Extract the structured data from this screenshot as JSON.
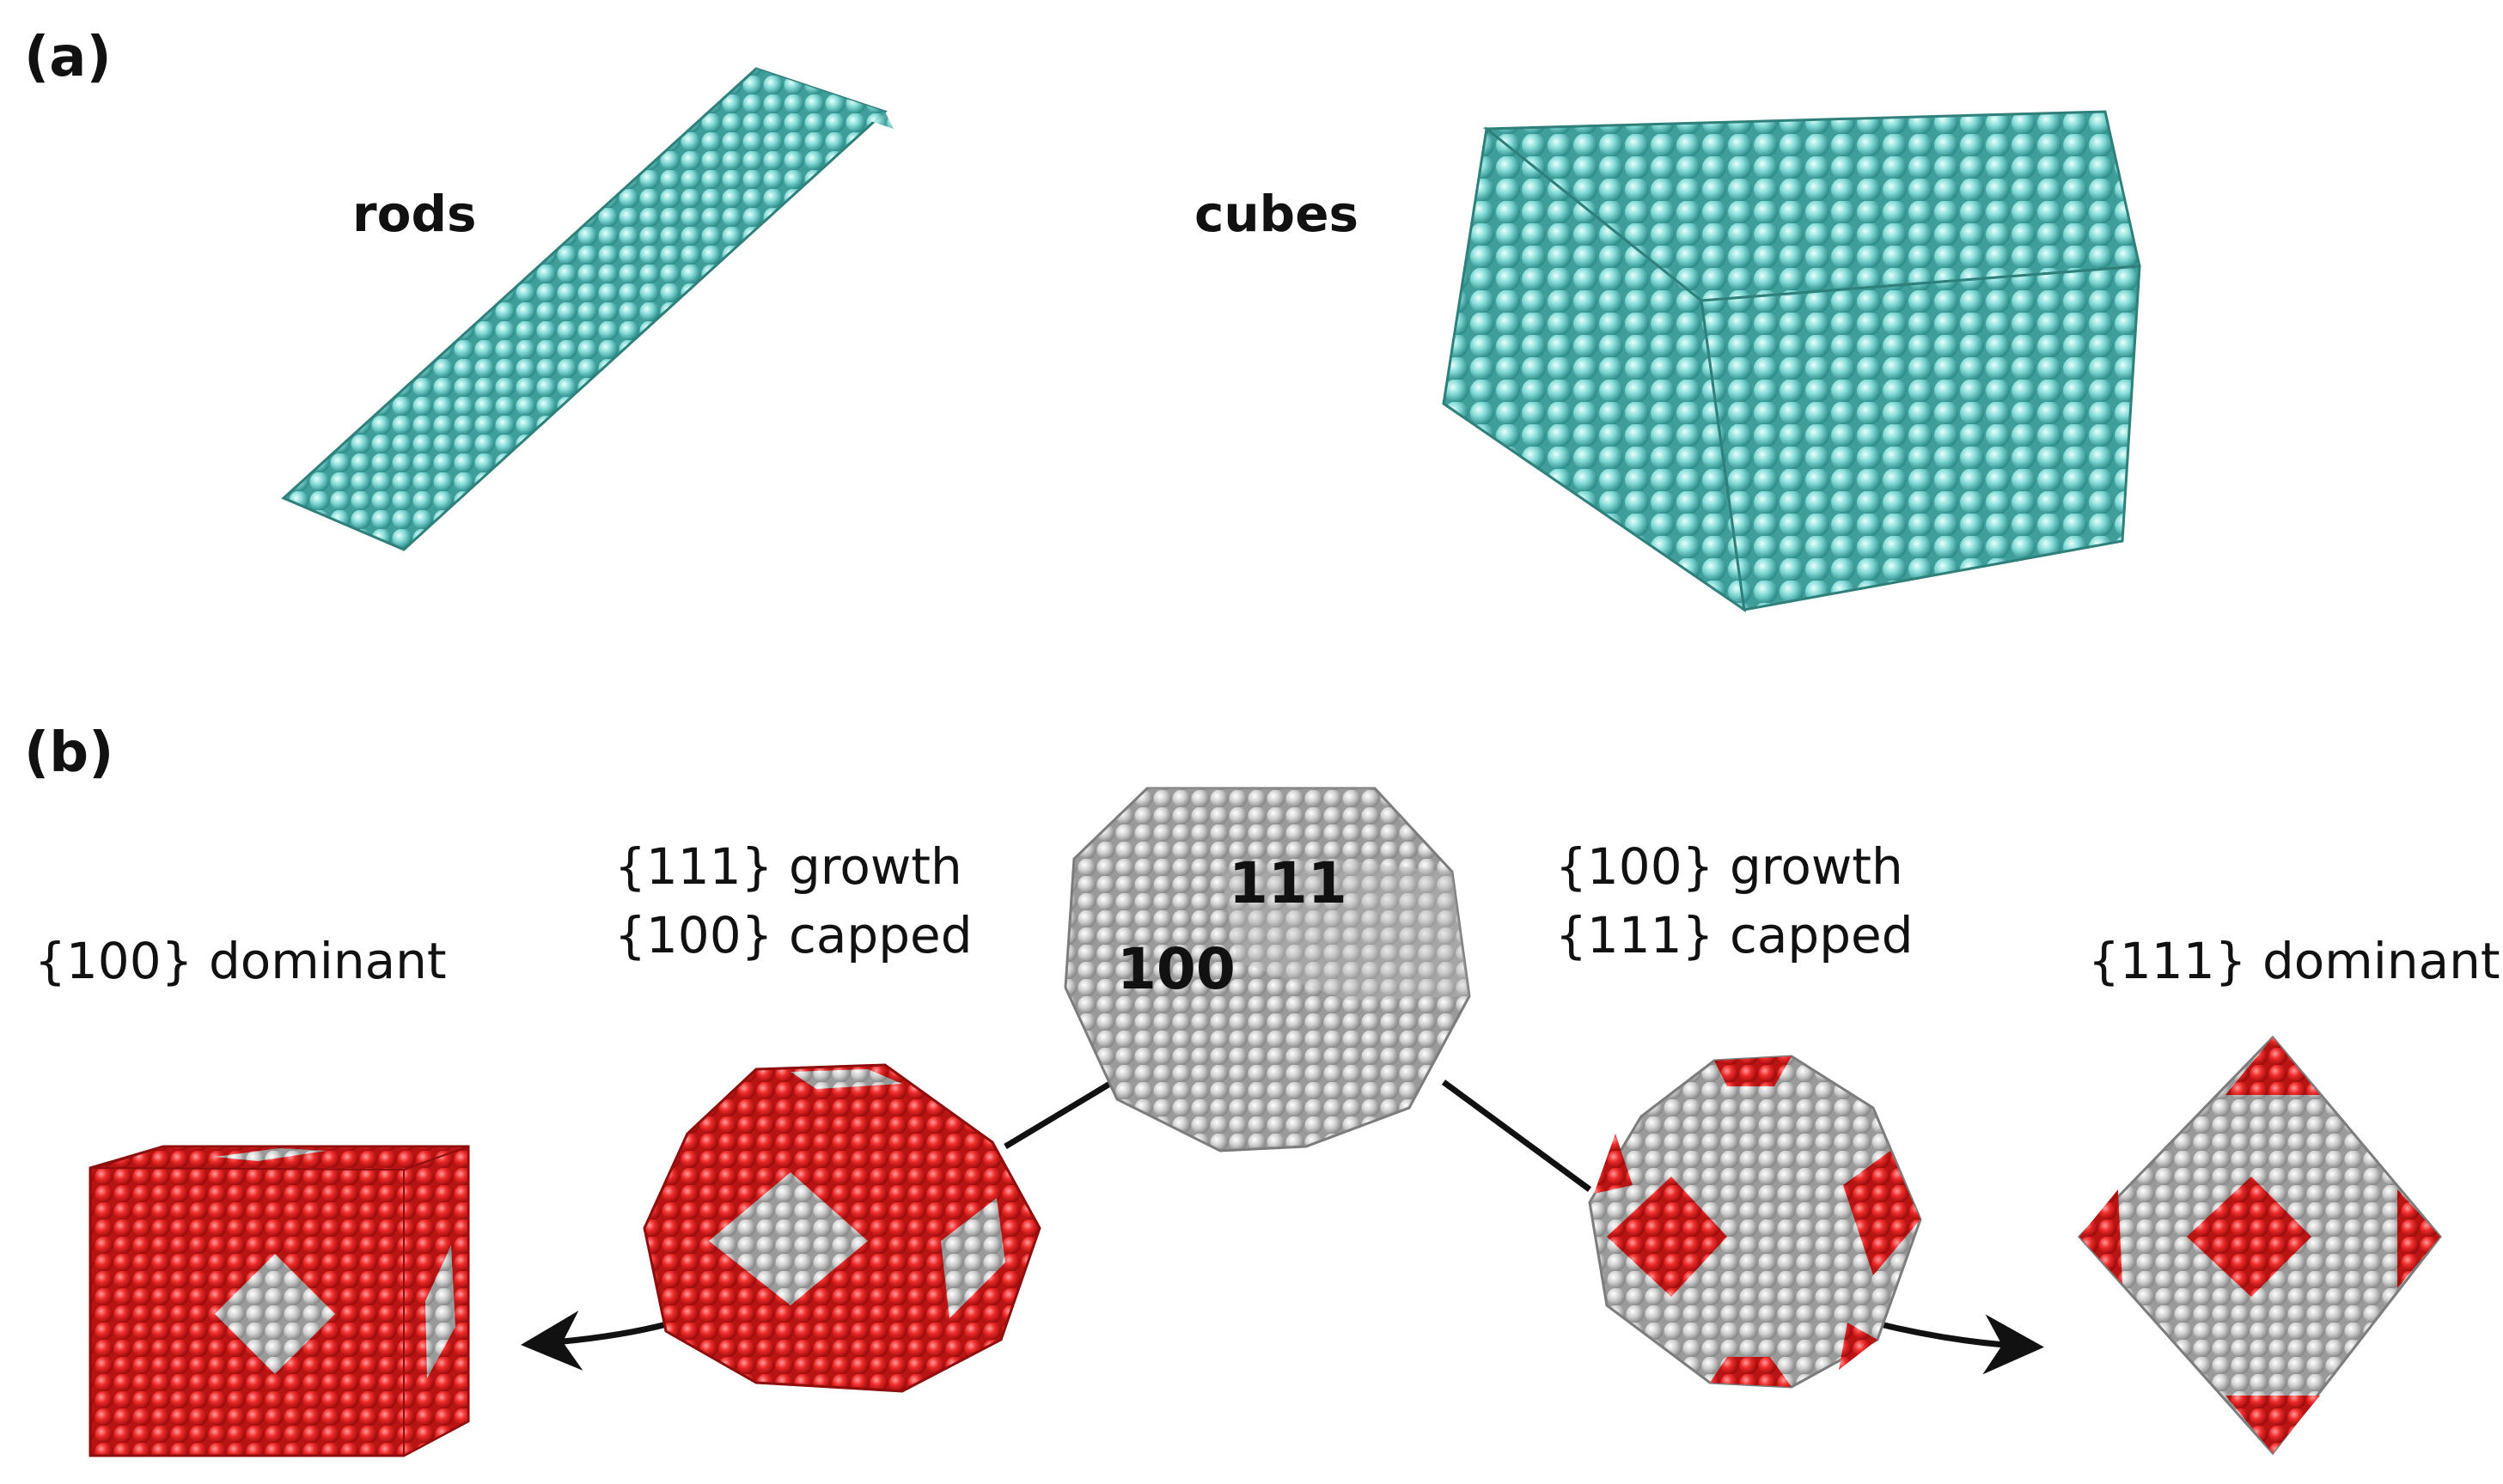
{
  "panel_a": {
    "label": "(a)",
    "rods_label": "rods",
    "cubes_label": "cubes",
    "atom_color": "#7fd6d2"
  },
  "panel_b": {
    "label": "(b)",
    "left_end_label": "{100} dominant",
    "left_mid_label_1": "{111} growth",
    "left_mid_label_2": "{100} capped",
    "right_mid_label_1": "{100} growth",
    "right_mid_label_2": "{111} capped",
    "right_end_label": "{111} dominant",
    "center_facet_111": "111",
    "center_facet_100": "100",
    "red_color": "#ee2a2a",
    "grey_color": "#c8c8c8"
  }
}
